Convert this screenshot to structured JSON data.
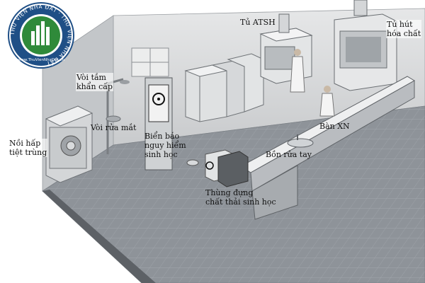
{
  "labels": {
    "tu_atsh": "Tủ ATSH",
    "tu_hut_1": "Tủ hút",
    "tu_hut_2": "hóa chất",
    "voi_tam_1": "Vòi tắm",
    "voi_tam_2": "khẩn cấp",
    "voi_rua_mat": "Vòi rửa mắt",
    "noi_hap_1": "Nồi hấp",
    "noi_hap_2": "tiệt trùng",
    "bien_bao_1": "Biển báo",
    "bien_bao_2": "nguy hiểm",
    "bien_bao_3": "sinh học",
    "ban_xn": "Bàn XN",
    "bon_rua_tay": "Bồn rửa tay",
    "thung_dung_1": "Thùng đựng",
    "thung_dung_2": "chất thải sinh học"
  },
  "logo": {
    "ring_text": "THƯ VIỆN NHÀ ĐẤT · THƯ VIỆN NHÀ ĐẤT",
    "bottom_text": "www.ThuVienNhaDat.vn",
    "ring_color": "#1f4f86",
    "inner_color": "#2f8a3a"
  },
  "colors": {
    "floor": "#8e9399",
    "wall_back": "#d9dbdd",
    "wall_left": "#c7c9cc",
    "equipment": "#e4e5e6"
  }
}
